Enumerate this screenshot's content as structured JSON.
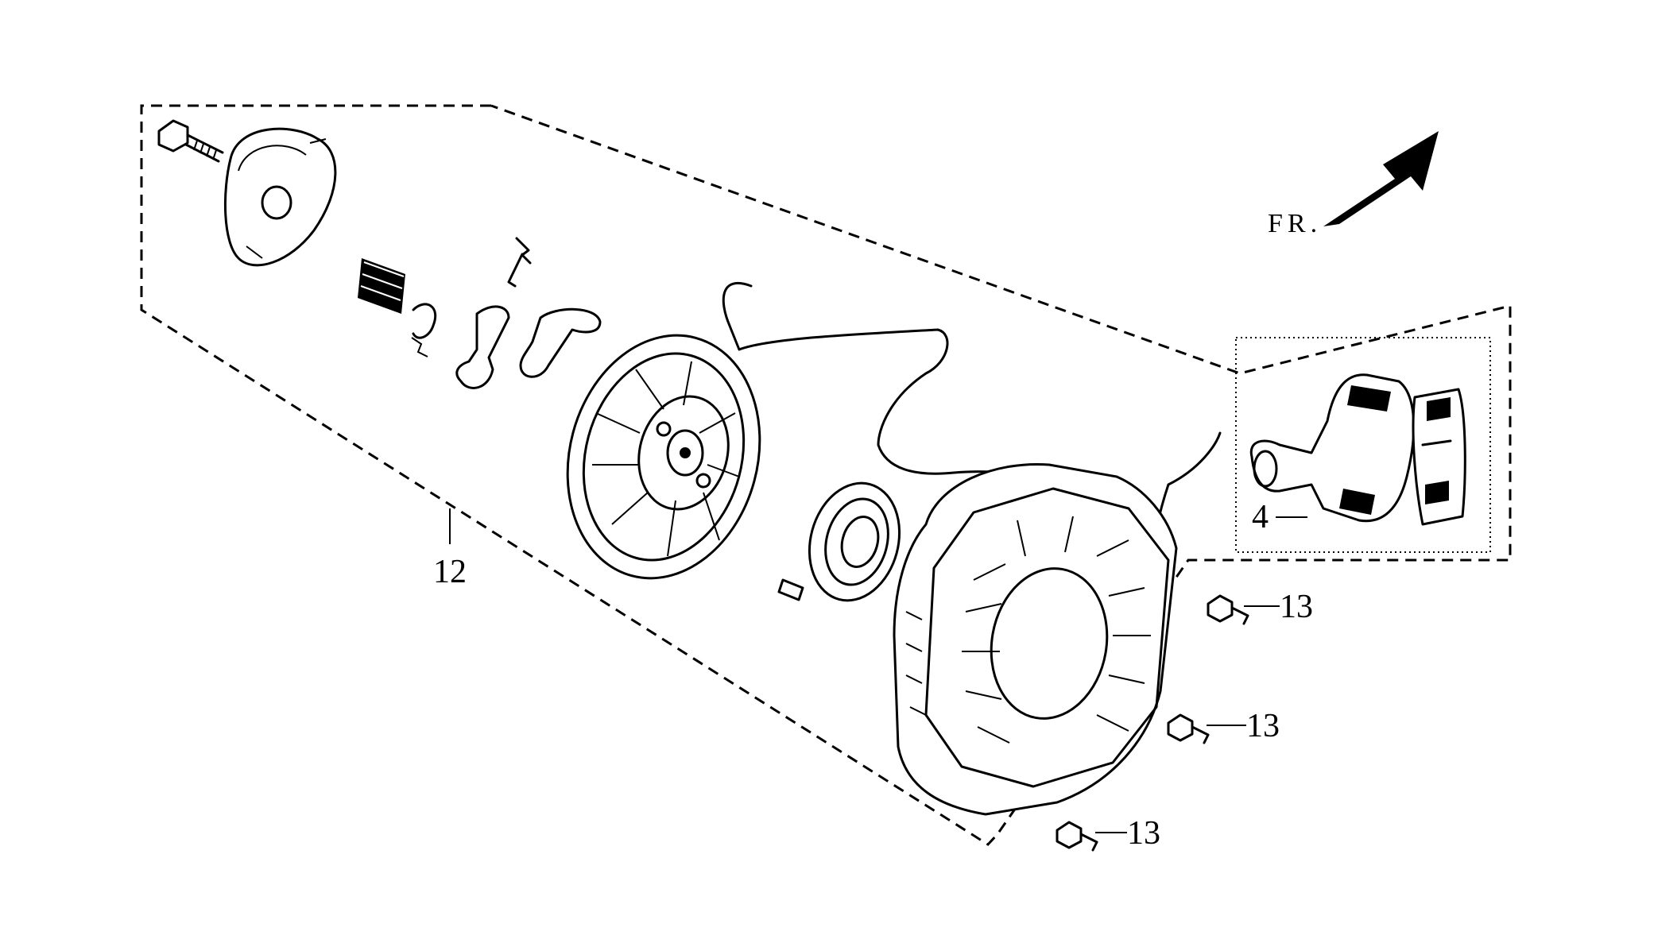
{
  "orientation": {
    "label": "FR."
  },
  "callouts": [
    {
      "id": "assembly",
      "text": "12"
    },
    {
      "id": "handle",
      "text": "4"
    },
    {
      "id": "bolt-a",
      "text": "13"
    },
    {
      "id": "bolt-b",
      "text": "13"
    },
    {
      "id": "bolt-c",
      "text": "13"
    }
  ]
}
